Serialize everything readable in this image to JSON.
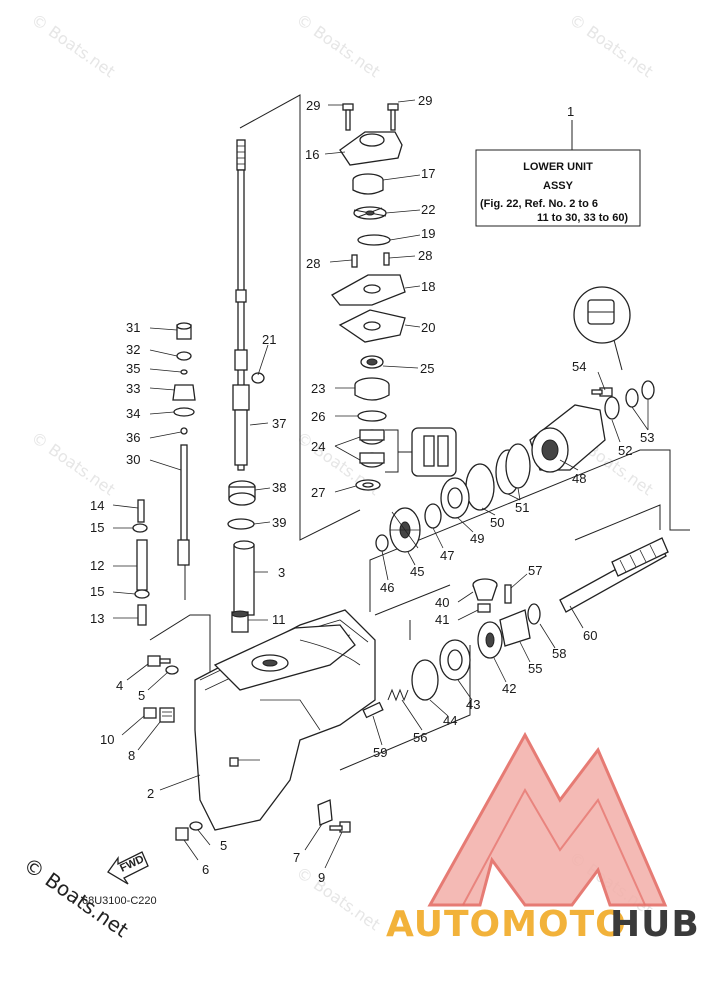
{
  "diagram": {
    "box": {
      "ref": "1",
      "title": "LOWER UNIT",
      "subtitle": "ASSY",
      "note_line1": "(Fig. 22, Ref. No. 2 to 6",
      "note_line2": "11 to 30, 33 to 60)"
    },
    "drawing_code": "68U3100-C220",
    "fwd_label": "FWD",
    "copyright": "© Boats.net",
    "watermark": "© Boats.net",
    "logo_part1": "AUTOMOTO",
    "logo_part2": "HUB",
    "callouts": [
      {
        "id": "29a",
        "label": "29"
      },
      {
        "id": "29b",
        "label": "29"
      },
      {
        "id": "16",
        "label": "16"
      },
      {
        "id": "17",
        "label": "17"
      },
      {
        "id": "22",
        "label": "22"
      },
      {
        "id": "19",
        "label": "19"
      },
      {
        "id": "28a",
        "label": "28"
      },
      {
        "id": "28b",
        "label": "28"
      },
      {
        "id": "18",
        "label": "18"
      },
      {
        "id": "20",
        "label": "20"
      },
      {
        "id": "25",
        "label": "25"
      },
      {
        "id": "23",
        "label": "23"
      },
      {
        "id": "26",
        "label": "26"
      },
      {
        "id": "24",
        "label": "24"
      },
      {
        "id": "27",
        "label": "27"
      },
      {
        "id": "21",
        "label": "21"
      },
      {
        "id": "31",
        "label": "31"
      },
      {
        "id": "32",
        "label": "32"
      },
      {
        "id": "35",
        "label": "35"
      },
      {
        "id": "33",
        "label": "33"
      },
      {
        "id": "34",
        "label": "34"
      },
      {
        "id": "36",
        "label": "36"
      },
      {
        "id": "30",
        "label": "30"
      },
      {
        "id": "37",
        "label": "37"
      },
      {
        "id": "38",
        "label": "38"
      },
      {
        "id": "39",
        "label": "39"
      },
      {
        "id": "3",
        "label": "3"
      },
      {
        "id": "11",
        "label": "11"
      },
      {
        "id": "14",
        "label": "14"
      },
      {
        "id": "15a",
        "label": "15"
      },
      {
        "id": "12",
        "label": "12"
      },
      {
        "id": "15b",
        "label": "15"
      },
      {
        "id": "13",
        "label": "13"
      },
      {
        "id": "4",
        "label": "4"
      },
      {
        "id": "5a",
        "label": "5"
      },
      {
        "id": "10",
        "label": "10"
      },
      {
        "id": "8",
        "label": "8"
      },
      {
        "id": "2",
        "label": "2"
      },
      {
        "id": "5b",
        "label": "5"
      },
      {
        "id": "6",
        "label": "6"
      },
      {
        "id": "7",
        "label": "7"
      },
      {
        "id": "9",
        "label": "9"
      },
      {
        "id": "54",
        "label": "54"
      },
      {
        "id": "52",
        "label": "52"
      },
      {
        "id": "53",
        "label": "53"
      },
      {
        "id": "48",
        "label": "48"
      },
      {
        "id": "51",
        "label": "51"
      },
      {
        "id": "50",
        "label": "50"
      },
      {
        "id": "49",
        "label": "49"
      },
      {
        "id": "47",
        "label": "47"
      },
      {
        "id": "45",
        "label": "45"
      },
      {
        "id": "46",
        "label": "46"
      },
      {
        "id": "57",
        "label": "57"
      },
      {
        "id": "40",
        "label": "40"
      },
      {
        "id": "41",
        "label": "41"
      },
      {
        "id": "60",
        "label": "60"
      },
      {
        "id": "58",
        "label": "58"
      },
      {
        "id": "55",
        "label": "55"
      },
      {
        "id": "42",
        "label": "42"
      },
      {
        "id": "43",
        "label": "43"
      },
      {
        "id": "44",
        "label": "44"
      },
      {
        "id": "56",
        "label": "56"
      },
      {
        "id": "59",
        "label": "59"
      }
    ]
  }
}
